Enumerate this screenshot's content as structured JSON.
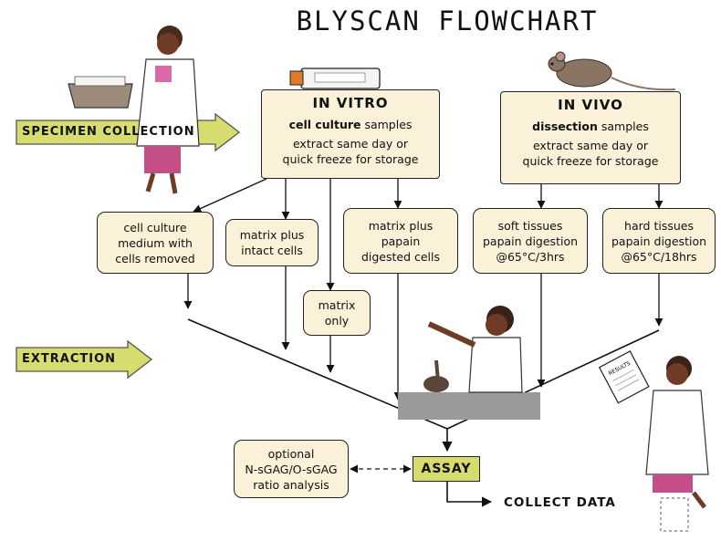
{
  "title": "BLYSCAN FLOWCHART",
  "stages": {
    "specimen_collection": "SPECIMEN COLLECTION",
    "extraction": "EXTRACTION"
  },
  "in_vitro": {
    "heading": "IN VITRO",
    "sample_bold": "cell culture",
    "sample_rest": " samples",
    "line1": "extract same day or",
    "line2": "quick freeze for storage"
  },
  "in_vivo": {
    "heading": "IN VIVO",
    "sample_bold": "dissection",
    "sample_rest": " samples",
    "line1": "extract same day or",
    "line2": "quick freeze for storage"
  },
  "boxes": {
    "medium": {
      "l1": "cell culture",
      "l2": "medium with",
      "l3": "cells removed"
    },
    "intact": {
      "l1": "matrix plus",
      "l2": "intact cells"
    },
    "digested": {
      "l1": "matrix plus",
      "l2": "papain",
      "l3": "digested cells"
    },
    "matrix_only": {
      "l1": "matrix",
      "l2": "only"
    },
    "soft": {
      "l1": "soft tissues",
      "l2": "papain digestion",
      "l3": "@65°C/3hrs"
    },
    "hard": {
      "l1": "hard tissues",
      "l2": "papain digestion",
      "l3": "@65°C/18hrs"
    },
    "optional": {
      "l1": "optional",
      "l2": "N-sGAG/O-sGAG",
      "l3": "ratio analysis"
    }
  },
  "assay": "ASSAY",
  "collect": "COLLECT DATA",
  "results_sheet": "RESULTS",
  "colors": {
    "box_fill": "#fbf0d8",
    "stage_arrow": "#d6dc6e",
    "assay_fill": "#d6dc6e"
  }
}
